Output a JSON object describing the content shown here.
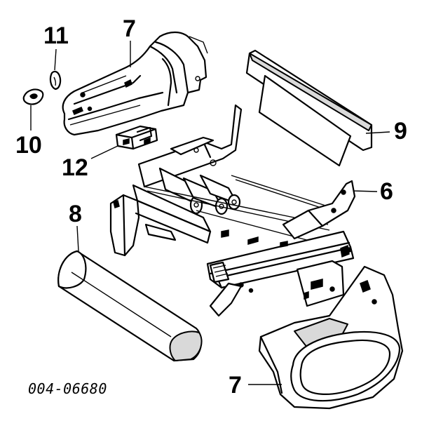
{
  "callouts": {
    "c11": "11",
    "c7_top": "7",
    "c10": "10",
    "c12": "12",
    "c9": "9",
    "c6": "6",
    "c8": "8",
    "c7_bottom": "7"
  },
  "part_number": "004-06680"
}
